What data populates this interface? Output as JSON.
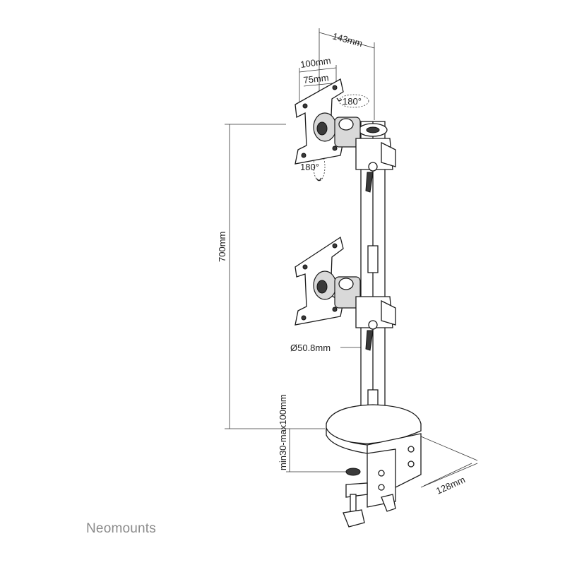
{
  "dimensions": {
    "width_143": "143mm",
    "width_100": "100mm",
    "width_75": "75mm",
    "rotate_top": "180°",
    "rotate_side": "180°",
    "height_700": "700mm",
    "pole_diameter": "Ø50.8mm",
    "desk_thickness": "min30-max100mm",
    "clamp_depth": "128mm"
  },
  "brand": {
    "name": "Neomounts"
  }
}
